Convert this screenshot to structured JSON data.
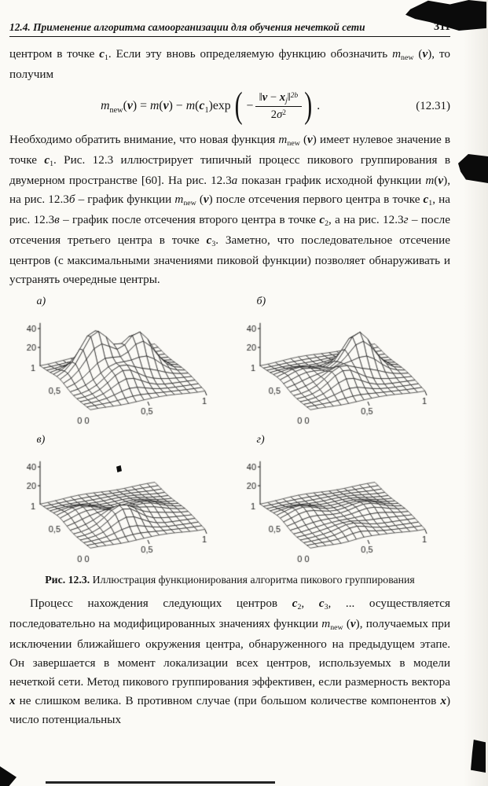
{
  "header": {
    "section": "12.4. Применение алгоритма самоорганизации для обучения нечеткой сети",
    "page_number": "311"
  },
  "paragraph1": [
    {
      "t": "центром в точке "
    },
    {
      "t": "c",
      "s": "bi"
    },
    {
      "t": "1",
      "s": "sub"
    },
    {
      "t": ". Если эту вновь определяемую функцию обозначить "
    },
    {
      "t": "m",
      "s": "i"
    },
    {
      "t": "new",
      "s": "sub"
    },
    {
      "t": " ("
    },
    {
      "t": "v",
      "s": "bi"
    },
    {
      "t": "), то получим"
    }
  ],
  "equation": {
    "lhs": [
      {
        "t": "m",
        "s": "i"
      },
      {
        "t": "new",
        "s": "sub"
      },
      {
        "t": "("
      },
      {
        "t": "v",
        "s": "bi"
      },
      {
        "t": ") = "
      },
      {
        "t": "m",
        "s": "i"
      },
      {
        "t": "("
      },
      {
        "t": "v",
        "s": "bi"
      },
      {
        "t": ") − "
      },
      {
        "t": "m",
        "s": "i"
      },
      {
        "t": "("
      },
      {
        "t": "c",
        "s": "bi"
      },
      {
        "t": "1",
        "s": "sub"
      },
      {
        "t": ")exp"
      }
    ],
    "open_paren": "(",
    "minus": "−",
    "numerator": [
      {
        "t": "‖"
      },
      {
        "t": "v",
        "s": "bi"
      },
      {
        "t": " − "
      },
      {
        "t": "x",
        "s": "bi"
      },
      {
        "t": "j",
        "s": "isub"
      },
      {
        "t": "‖"
      },
      {
        "t": "2b",
        "s": "isup"
      }
    ],
    "denominator": [
      {
        "t": "2"
      },
      {
        "t": "σ",
        "s": "i"
      },
      {
        "t": "2",
        "s": "sup"
      }
    ],
    "close_paren": ")",
    "dot": ".",
    "number": "(12.31)"
  },
  "paragraph2": [
    {
      "t": "Необходимо обратить внимание, что новая функция "
    },
    {
      "t": "m",
      "s": "i"
    },
    {
      "t": "new",
      "s": "sub"
    },
    {
      "t": " ("
    },
    {
      "t": "v",
      "s": "bi"
    },
    {
      "t": ") имеет нулевое значение в точке "
    },
    {
      "t": "c",
      "s": "bi"
    },
    {
      "t": "1",
      "s": "sub"
    },
    {
      "t": ". Рис. 12.3 иллюстрирует типичный процесс пикового группирования в двумерном пространстве [60]. На рис. 12.3"
    },
    {
      "t": "а",
      "s": "i"
    },
    {
      "t": " показан график исходной функции "
    },
    {
      "t": "m",
      "s": "i"
    },
    {
      "t": "("
    },
    {
      "t": "v",
      "s": "bi"
    },
    {
      "t": "), на рис. 12.3"
    },
    {
      "t": "б",
      "s": "i"
    },
    {
      "t": " – график функции "
    },
    {
      "t": "m",
      "s": "i"
    },
    {
      "t": "new",
      "s": "sub"
    },
    {
      "t": " ("
    },
    {
      "t": "v",
      "s": "bi"
    },
    {
      "t": ") после отсечения первого центра в точке "
    },
    {
      "t": "c",
      "s": "bi"
    },
    {
      "t": "1",
      "s": "sub"
    },
    {
      "t": ", на рис. 12.3"
    },
    {
      "t": "в",
      "s": "i"
    },
    {
      "t": " – график после отсечения второго центра в точке "
    },
    {
      "t": "c",
      "s": "bi"
    },
    {
      "t": "2",
      "s": "sub"
    },
    {
      "t": ", а на рис. 12.3"
    },
    {
      "t": "г",
      "s": "i"
    },
    {
      "t": " – после отсечения третьего центра в точке "
    },
    {
      "t": "c",
      "s": "bi"
    },
    {
      "t": "3",
      "s": "sub"
    },
    {
      "t": ". Заметно, что последовательное отсечение центров (с максимальными значениями пиковой функции) позволяет обнаруживать и устранять очередные центры."
    }
  ],
  "figure": {
    "labels": [
      "а)",
      "б)",
      "в)",
      "г)"
    ],
    "caption": [
      {
        "t": "Рис. 12.3.",
        "s": "b"
      },
      {
        "t": " Иллюстрация функционирования алгоритма пикового группирования"
      }
    ]
  },
  "paragraph3": [
    {
      "t": "Процесс нахождения следующих центров "
    },
    {
      "t": "c",
      "s": "bi"
    },
    {
      "t": "2",
      "s": "sub"
    },
    {
      "t": ", "
    },
    {
      "t": "c",
      "s": "bi"
    },
    {
      "t": "3",
      "s": "sub"
    },
    {
      "t": ", ... осуществляется последовательно на модифицированных значениях функции "
    },
    {
      "t": "m",
      "s": "i"
    },
    {
      "t": "new",
      "s": "sub"
    },
    {
      "t": " ("
    },
    {
      "t": "v",
      "s": "bi"
    },
    {
      "t": "), получаемых при исключении ближайшего окружения центра, обнаруженного на предыдущем этапе. Он завершается в момент локализации всех центров, используемых в модели нечеткой сети. Метод пикового группирования эффективен, если размерность вектора "
    },
    {
      "t": "x",
      "s": "bi"
    },
    {
      "t": " не слишком велика. В противном случае (при большом количестве компонентов "
    },
    {
      "t": "x",
      "s": "bi"
    },
    {
      "t": ") число потенциальных"
    }
  ],
  "chart_data": [
    {
      "type": "surface",
      "label": "а)",
      "x_range": [
        0,
        1
      ],
      "y_range": [
        0,
        1
      ],
      "z_range": [
        0,
        45
      ],
      "xticks": [
        [
          0.5,
          "0,5"
        ],
        [
          1,
          "1"
        ]
      ],
      "yticks": [
        [
          0.5,
          "0,5"
        ],
        [
          1,
          "1"
        ]
      ],
      "zticks": [
        [
          20,
          "20"
        ],
        [
          40,
          "40"
        ]
      ],
      "origin": "0 0",
      "peaks": [
        [
          0.33,
          0.63,
          41,
          0.11
        ],
        [
          0.65,
          0.55,
          34,
          0.11
        ],
        [
          0.42,
          0.3,
          18,
          0.12
        ],
        [
          0.2,
          0.6,
          9,
          0.12
        ],
        [
          0.7,
          0.45,
          8,
          0.12
        ],
        [
          0.5,
          0.5,
          4,
          0.3
        ]
      ]
    },
    {
      "type": "surface",
      "label": "б)",
      "x_range": [
        0,
        1
      ],
      "y_range": [
        0,
        1
      ],
      "z_range": [
        0,
        45
      ],
      "xticks": [
        [
          0.5,
          "0,5"
        ],
        [
          1,
          "1"
        ]
      ],
      "yticks": [
        [
          0.5,
          "0,5"
        ],
        [
          1,
          "1"
        ]
      ],
      "zticks": [
        [
          20,
          "20"
        ],
        [
          40,
          "40"
        ]
      ],
      "origin": "0 0",
      "peaks": [
        [
          0.65,
          0.55,
          34,
          0.11
        ],
        [
          0.42,
          0.3,
          18,
          0.12
        ],
        [
          0.2,
          0.6,
          9,
          0.12
        ],
        [
          0.7,
          0.45,
          8,
          0.12
        ],
        [
          0.5,
          0.5,
          4,
          0.3
        ]
      ]
    },
    {
      "type": "surface",
      "label": "в)",
      "x_range": [
        0,
        1
      ],
      "y_range": [
        0,
        1
      ],
      "z_range": [
        0,
        45
      ],
      "xticks": [
        [
          0.5,
          "0,5"
        ],
        [
          1,
          "1"
        ]
      ],
      "yticks": [
        [
          0.5,
          "0,5"
        ],
        [
          1,
          "1"
        ]
      ],
      "zticks": [
        [
          20,
          "20"
        ],
        [
          40,
          "40"
        ]
      ],
      "origin": "0 0",
      "peaks": [
        [
          0.42,
          0.3,
          18,
          0.12
        ],
        [
          0.2,
          0.6,
          9,
          0.12
        ],
        [
          0.7,
          0.45,
          8,
          0.12
        ],
        [
          0.5,
          0.5,
          4,
          0.3
        ]
      ]
    },
    {
      "type": "surface",
      "label": "г)",
      "x_range": [
        0,
        1
      ],
      "y_range": [
        0,
        1
      ],
      "z_range": [
        0,
        45
      ],
      "xticks": [
        [
          0.5,
          "0,5"
        ],
        [
          1,
          "1"
        ]
      ],
      "yticks": [
        [
          0.5,
          "0,5"
        ],
        [
          1,
          "1"
        ]
      ],
      "zticks": [
        [
          20,
          "20"
        ],
        [
          40,
          "40"
        ]
      ],
      "origin": "0 0",
      "peaks": [
        [
          0.2,
          0.6,
          9,
          0.12
        ],
        [
          0.7,
          0.45,
          8,
          0.12
        ],
        [
          0.45,
          0.15,
          6,
          0.1
        ],
        [
          0.5,
          0.5,
          4,
          0.3
        ]
      ]
    }
  ]
}
